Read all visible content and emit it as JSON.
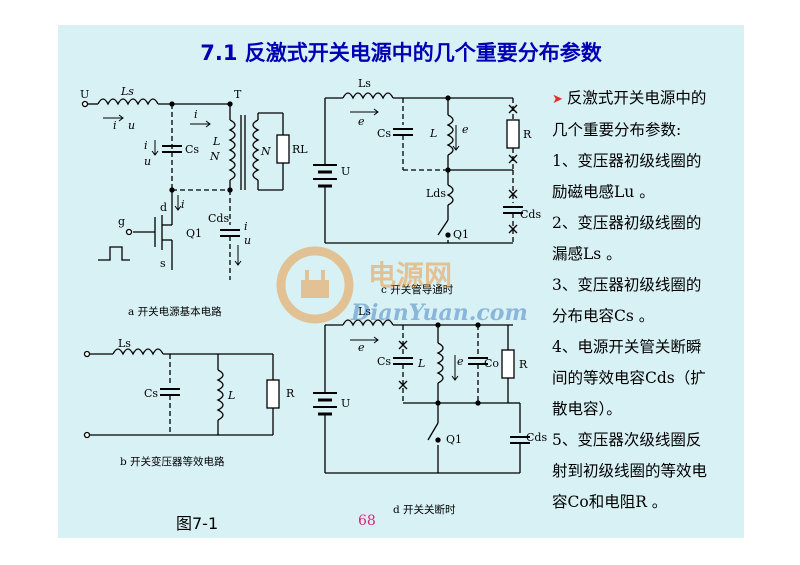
{
  "title": "7.1 反激式开关电源中的几个重要分布参数",
  "bullets": [
    {
      "text": "反激式开关电源中的",
      "arrow": true
    },
    {
      "text": "几个重要分布参数:",
      "arrow": false
    },
    {
      "text": "1、变压器初级线圈的",
      "arrow": false
    },
    {
      "text": "励磁电感Lu 。",
      "arrow": false
    },
    {
      "text": "2、变压器初级线圈的",
      "arrow": false
    },
    {
      "text": "漏感Ls 。",
      "arrow": false
    },
    {
      "text": "3、变压器初级线圈的",
      "arrow": false
    },
    {
      "text": "分布电容Cs 。",
      "arrow": false
    },
    {
      "text": "4、电源开关管关断瞬",
      "arrow": false
    },
    {
      "text": "间的等效电容Cds（扩",
      "arrow": false
    },
    {
      "text": "散电容）。",
      "arrow": false
    },
    {
      "text": "5、变压器次级线圈反",
      "arrow": false
    },
    {
      "text": "射到初级线圈的等效电",
      "arrow": false
    },
    {
      "text": "容Co和电阻R 。",
      "arrow": false
    }
  ],
  "figure_label": "图7-1",
  "page_number": "68",
  "captions": {
    "a": "a 开关电源基本电路",
    "b": "b 开关变压器等效电路",
    "c": "c 开关管导通时",
    "d": "d 开关关断时"
  },
  "labels": {
    "U": "U",
    "Ls": "Ls",
    "T": "T",
    "is": "i",
    "us": "u",
    "ic": "i",
    "uc": "u",
    "i1": "i",
    "Cs": "Cs",
    "Lmu": "L",
    "N1": "N",
    "N2": "N",
    "RL": "RL",
    "id": "i",
    "Cds": "Cds",
    "icd": "i",
    "ucd": "u",
    "Q1": "Q1",
    "g": "g",
    "d": "d",
    "s": "s",
    "R": "R",
    "es": "e",
    "emu": "e",
    "Lds": "Lds",
    "Co": "Co"
  },
  "colors": {
    "title": "#0000b4",
    "background": "#d8f1f5",
    "page_number": "#e0207a",
    "bullet_arrow": "#e03020",
    "watermark_orange": "#f08a20",
    "watermark_blue": "#2a6fb8"
  },
  "watermark": {
    "cn": "电源网",
    "en": "DianYuan.com"
  }
}
